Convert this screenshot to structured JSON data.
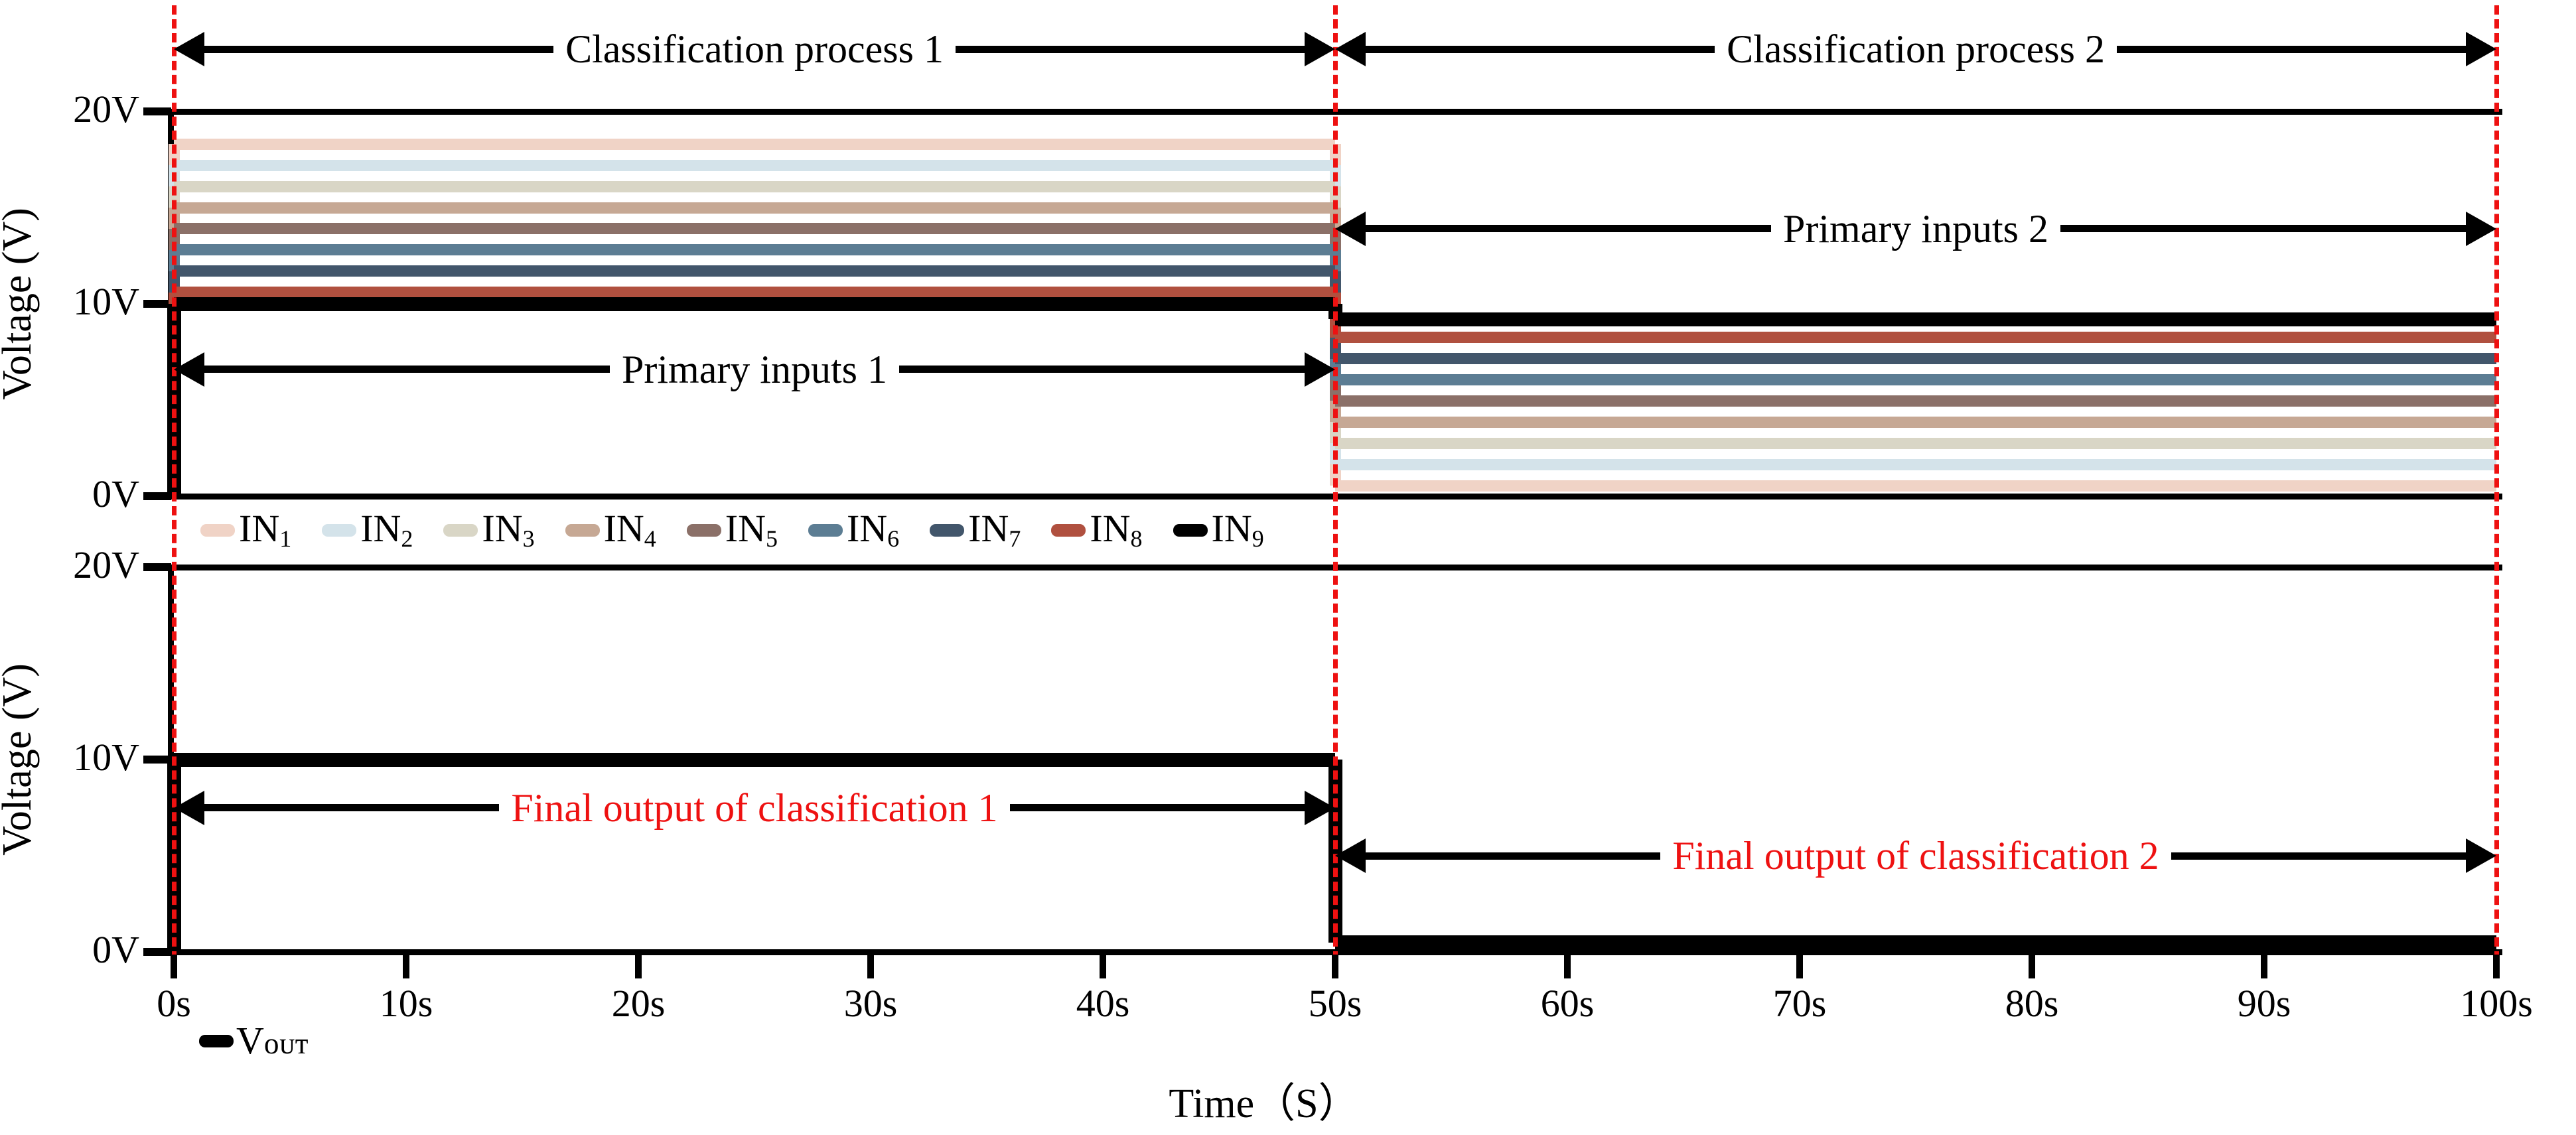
{
  "chart_data": {
    "type": "line",
    "title": "",
    "xlabel": "Time（S）",
    "ylabel": "Voltage (V)",
    "xlim": [
      0,
      100
    ],
    "ylim": [
      0,
      20
    ],
    "grid": false,
    "x_ticks": [
      "0s",
      "10s",
      "20s",
      "30s",
      "40s",
      "50s",
      "60s",
      "70s",
      "80s",
      "90s",
      "100s"
    ],
    "x_tick_values": [
      0,
      10,
      20,
      30,
      40,
      50,
      60,
      70,
      80,
      90,
      100
    ],
    "y_ticks": [
      "0V",
      "10V",
      "20V"
    ],
    "y_tick_values": [
      0,
      10,
      20
    ],
    "panels": [
      {
        "name": "primary-inputs",
        "ylabel": "Voltage (V)",
        "ylim": [
          0,
          20
        ],
        "series": [
          {
            "name": "IN1",
            "label": "IN₁",
            "color": "#f0d3c6",
            "segments": [
              {
                "x": [
                  0,
                  50
                ],
                "y": 18.3
              },
              {
                "x": [
                  50,
                  100
                ],
                "y": 0.55
              }
            ]
          },
          {
            "name": "IN2",
            "label": "IN₂",
            "color": "#d4e3ea",
            "segments": [
              {
                "x": [
                  0,
                  50
                ],
                "y": 17.2
              },
              {
                "x": [
                  50,
                  100
                ],
                "y": 1.65
              }
            ]
          },
          {
            "name": "IN3",
            "label": "IN₃",
            "color": "#d9d6c6",
            "segments": [
              {
                "x": [
                  0,
                  50
                ],
                "y": 16.1
              },
              {
                "x": [
                  50,
                  100
                ],
                "y": 2.75
              }
            ]
          },
          {
            "name": "IN4",
            "label": "IN₄",
            "color": "#c6a894",
            "segments": [
              {
                "x": [
                  0,
                  50
                ],
                "y": 15.0
              },
              {
                "x": [
                  50,
                  100
                ],
                "y": 3.85
              }
            ]
          },
          {
            "name": "IN5",
            "label": "IN₅",
            "color": "#8b7068",
            "segments": [
              {
                "x": [
                  0,
                  50
                ],
                "y": 13.9
              },
              {
                "x": [
                  50,
                  100
                ],
                "y": 4.95
              }
            ]
          },
          {
            "name": "IN6",
            "label": "IN₆",
            "color": "#5c7d93",
            "segments": [
              {
                "x": [
                  0,
                  50
                ],
                "y": 12.8
              },
              {
                "x": [
                  50,
                  100
                ],
                "y": 6.05
              }
            ]
          },
          {
            "name": "IN7",
            "label": "IN₇",
            "color": "#42566b",
            "segments": [
              {
                "x": [
                  0,
                  50
                ],
                "y": 11.7
              },
              {
                "x": [
                  50,
                  100
                ],
                "y": 7.15
              }
            ]
          },
          {
            "name": "IN8",
            "label": "IN₈",
            "color": "#b0503f",
            "segments": [
              {
                "x": [
                  0,
                  50
                ],
                "y": 10.6
              },
              {
                "x": [
                  50,
                  100
                ],
                "y": 8.25
              }
            ]
          },
          {
            "name": "IN9",
            "label": "IN₉",
            "color": "#000000",
            "segments": [
              {
                "x": [
                  0,
                  50
                ],
                "y": 10.0
              },
              {
                "x": [
                  50,
                  100
                ],
                "y": 9.2
              }
            ]
          }
        ],
        "annotations": [
          {
            "name": "classification-process-1",
            "text": "Classification process 1",
            "y": 21.6,
            "x0": 0,
            "x1": 50,
            "color": "#000000"
          },
          {
            "name": "classification-process-2",
            "text": "Classification process 2",
            "y": 21.6,
            "x0": 50,
            "x1": 100,
            "color": "#000000"
          },
          {
            "name": "primary-inputs-2",
            "text": "Primary inputs 2",
            "y": 13.9,
            "x0": 50,
            "x1": 100,
            "color": "#000000"
          },
          {
            "name": "primary-inputs-1",
            "text": "Primary inputs 1",
            "y": 6.6,
            "x0": 0,
            "x1": 50,
            "color": "#000000"
          }
        ]
      },
      {
        "name": "final-output",
        "ylabel": "Voltage (V)",
        "ylim": [
          0,
          20
        ],
        "series": [
          {
            "name": "VOUT",
            "label": "VOUT",
            "color": "#000000",
            "segments": [
              {
                "x": [
                  0,
                  50
                ],
                "y": 10.0
              },
              {
                "x": [
                  50,
                  100
                ],
                "y": 0.5
              }
            ]
          }
        ],
        "annotations": [
          {
            "name": "final-output-classification-1",
            "text": "Final output of classification 1",
            "y": 7.5,
            "x0": 0,
            "x1": 50,
            "color": "#ee1111"
          },
          {
            "name": "final-output-classification-2",
            "text": "Final output of classification 2",
            "y": 5.0,
            "x0": 50,
            "x1": 100,
            "color": "#ee1111"
          }
        ]
      }
    ],
    "markers": [
      {
        "name": "divider-start",
        "x": 0,
        "color": "#ee1111",
        "style": "dashed"
      },
      {
        "name": "divider-mid",
        "x": 50,
        "color": "#ee1111",
        "style": "dashed"
      },
      {
        "name": "divider-end",
        "x": 100,
        "color": "#ee1111",
        "style": "dashed"
      }
    ],
    "legend": {
      "position": "between-panels",
      "entries": [
        {
          "label": "IN₁",
          "color": "#f0d3c6"
        },
        {
          "label": "IN₂",
          "color": "#d4e3ea"
        },
        {
          "label": "IN₃",
          "color": "#d9d6c6"
        },
        {
          "label": "IN₄",
          "color": "#c6a894"
        },
        {
          "label": "IN₅",
          "color": "#8b7068"
        },
        {
          "label": "IN₆",
          "color": "#5c7d93"
        },
        {
          "label": "IN₇",
          "color": "#42566b"
        },
        {
          "label": "IN₈",
          "color": "#b0503f"
        },
        {
          "label": "IN₉",
          "color": "#000000"
        }
      ]
    },
    "legend_bottom": {
      "position": "below-x-axis",
      "entries": [
        {
          "label_main": "V",
          "label_small": "OUT",
          "color": "#000000"
        }
      ]
    }
  },
  "axes": {
    "top": {
      "y_ticks": [
        "20V",
        "10V",
        "0V"
      ],
      "ylabel": "Voltage (V)"
    },
    "bottom": {
      "y_ticks": [
        "20V",
        "10V",
        "0V"
      ],
      "ylabel": "Voltage (V)"
    },
    "x_ticks": [
      "0s",
      "10s",
      "20s",
      "30s",
      "40s",
      "50s",
      "60s",
      "70s",
      "80s",
      "90s",
      "100s"
    ],
    "xlabel": "Time（S）"
  },
  "annotations": {
    "cp1": "Classification process 1",
    "cp2": "Classification process 2",
    "pi1": "Primary inputs 1",
    "pi2": "Primary inputs 2",
    "fo1": "Final output of classification 1",
    "fo2": "Final output of classification 2"
  },
  "legend_labels": {
    "in1": "IN",
    "in1s": "1",
    "in2": "IN",
    "in2s": "2",
    "in3": "IN",
    "in3s": "3",
    "in4": "IN",
    "in4s": "4",
    "in5": "IN",
    "in5s": "5",
    "in6": "IN",
    "in6s": "6",
    "in7": "IN",
    "in7s": "7",
    "in8": "IN",
    "in8s": "8",
    "in9": "IN",
    "in9s": "9",
    "vout_main": "V",
    "vout_sub": "OUT"
  }
}
